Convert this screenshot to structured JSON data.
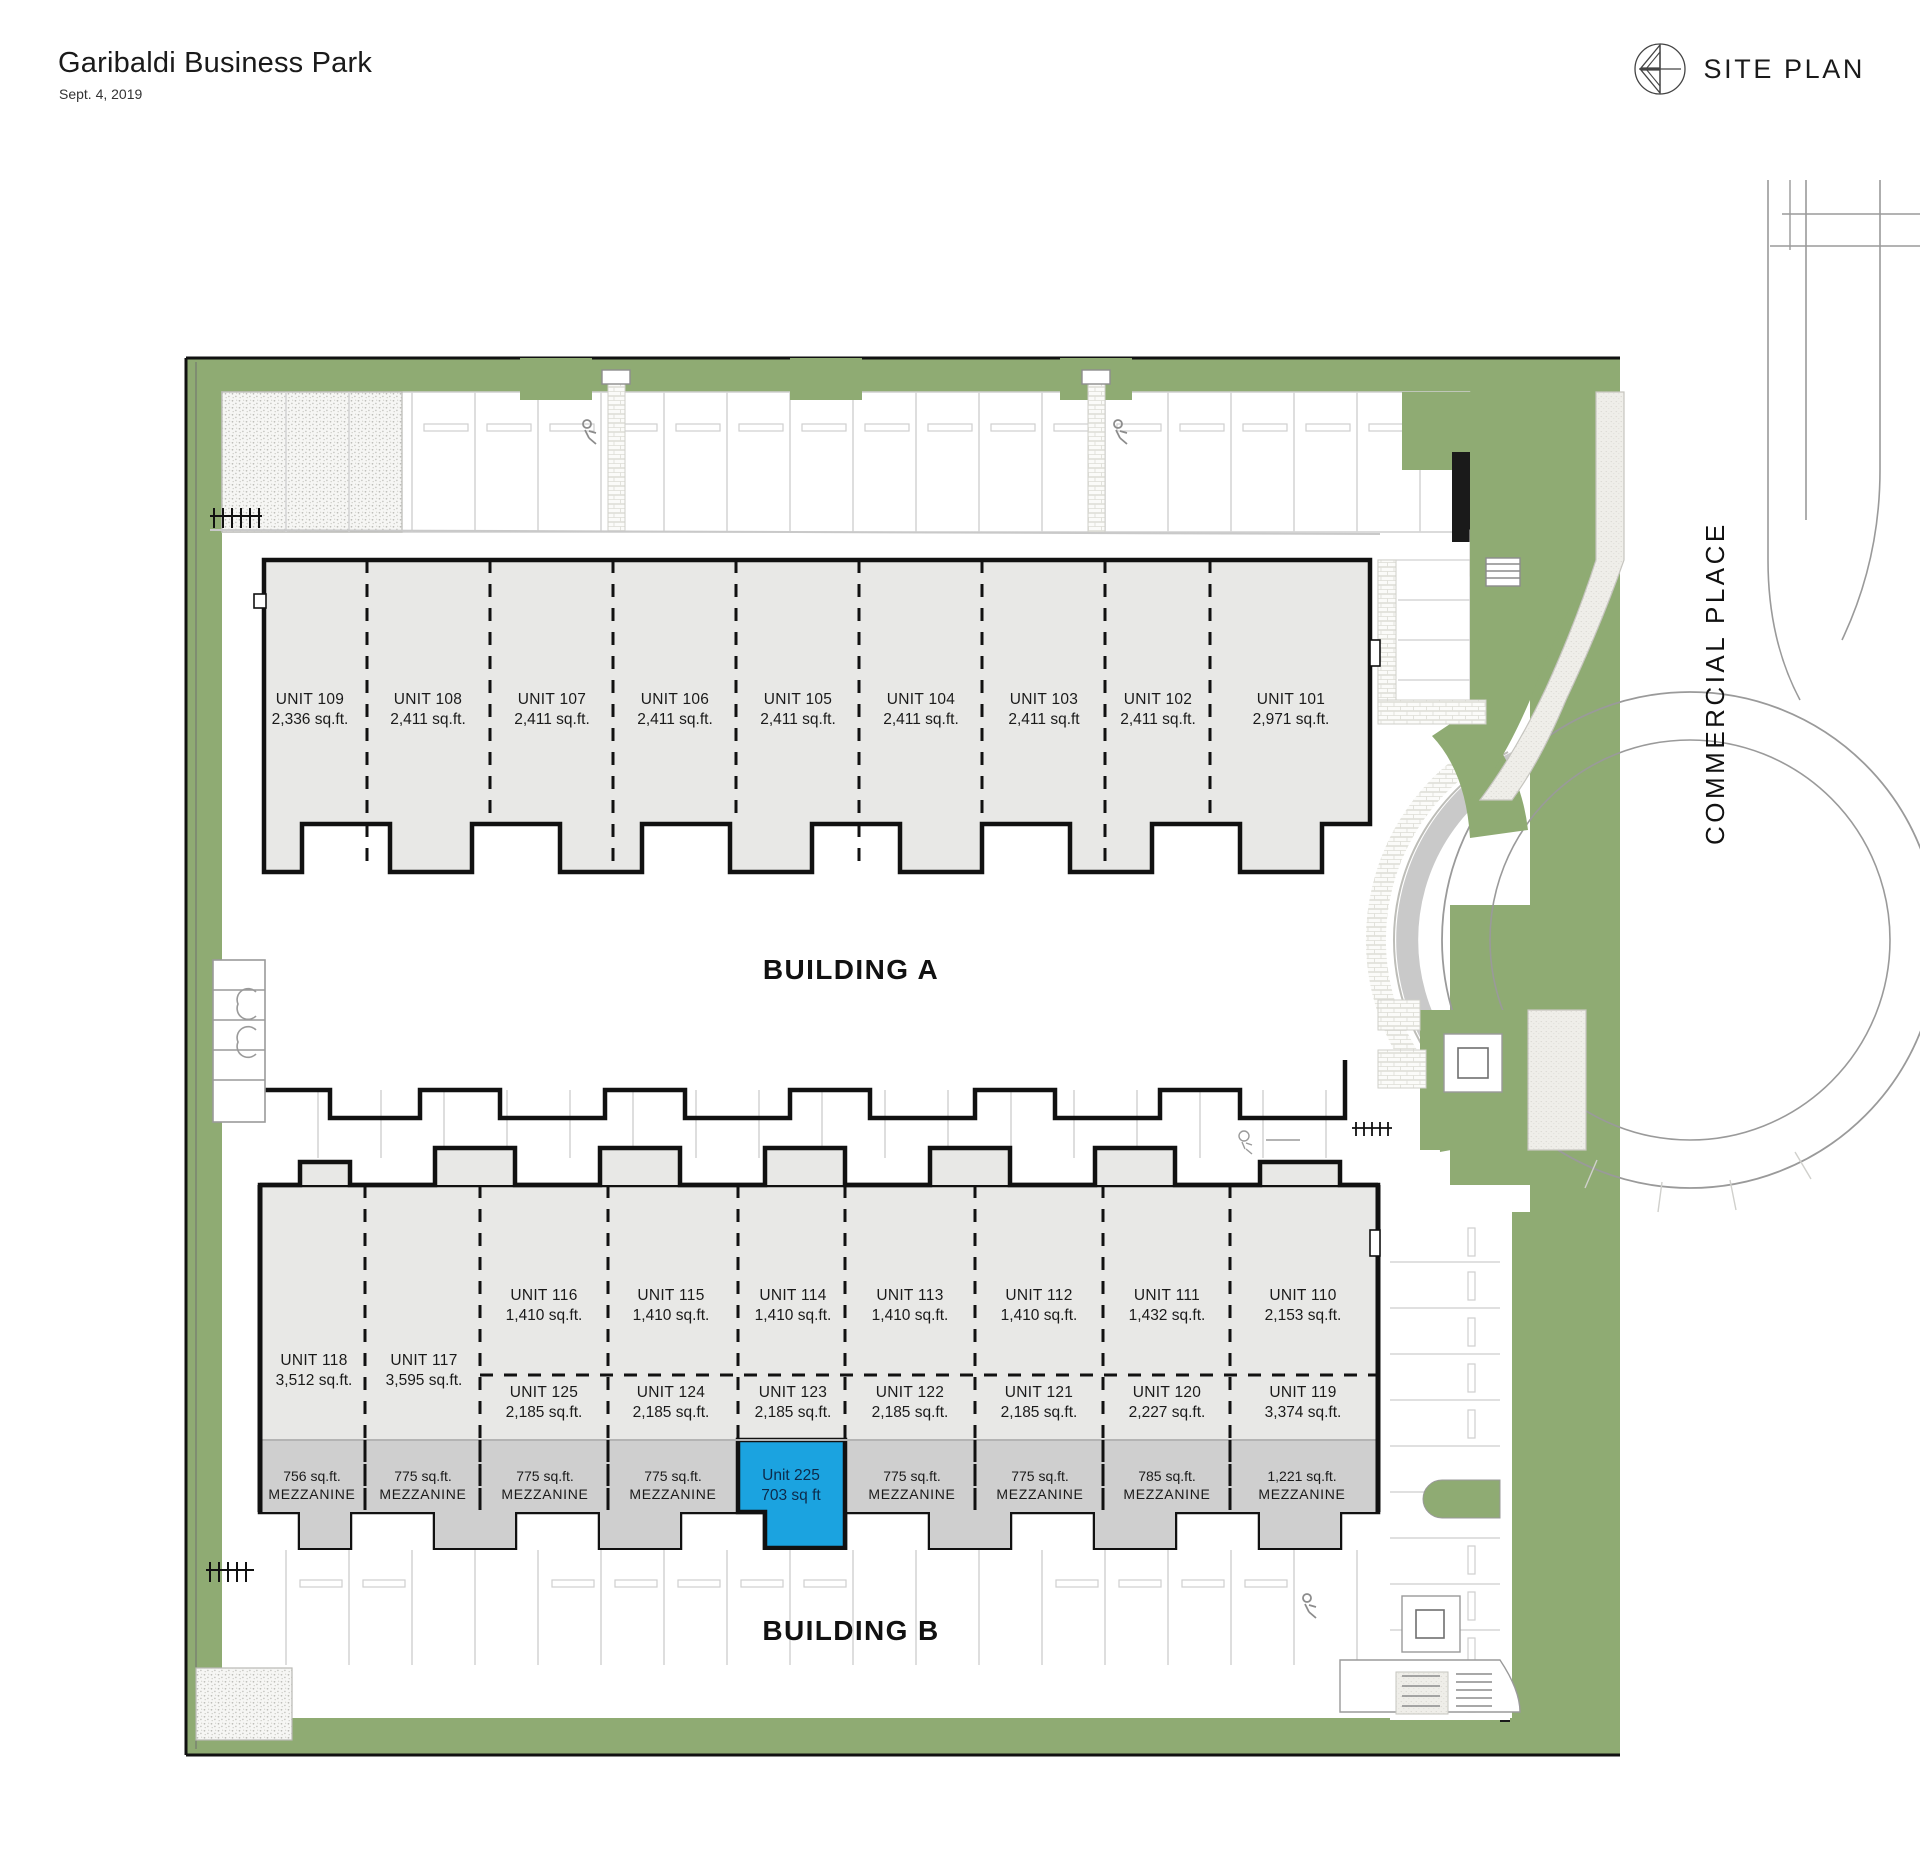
{
  "header": {
    "title": "Garibaldi Business Park",
    "date": "Sept. 4, 2019",
    "logo_label": "SITE PLAN",
    "logo_icon": "circle-chevron-logo-icon"
  },
  "plan": {
    "street_label": "COMMERCIAL PLACE",
    "building_a_label": "BUILDING A",
    "building_b_label": "BUILDING B",
    "colors": {
      "landscape_green": "#8fab73",
      "unit_fill": "#e8e8e6",
      "mezzanine_fill": "#cfcfcf",
      "highlight_blue": "#1ba3e0",
      "highlight_text": "#0d2a4a",
      "outline_black": "#111111",
      "pavement_line": "#d8d8d8",
      "gravel_fill": "#f4f4f2"
    }
  },
  "building_a": {
    "label": "BUILDING A",
    "units": [
      {
        "name": "UNIT 109",
        "area": "2,336 sq.ft."
      },
      {
        "name": "UNIT 108",
        "area": "2,411 sq.ft."
      },
      {
        "name": "UNIT 107",
        "area": "2,411 sq.ft."
      },
      {
        "name": "UNIT 106",
        "area": "2,411 sq.ft."
      },
      {
        "name": "UNIT 105",
        "area": "2,411 sq.ft."
      },
      {
        "name": "UNIT 104",
        "area": "2,411 sq.ft."
      },
      {
        "name": "UNIT 103",
        "area": "2,411 sq.ft"
      },
      {
        "name": "UNIT 102",
        "area": "2,411 sq.ft."
      },
      {
        "name": "UNIT 101",
        "area": "2,971 sq.ft."
      }
    ]
  },
  "building_b": {
    "label": "BUILDING B",
    "tall_units": [
      {
        "name": "UNIT 118",
        "area": "3,512 sq.ft."
      },
      {
        "name": "UNIT 117",
        "area": "3,595 sq.ft."
      }
    ],
    "upper_units": [
      {
        "name": "UNIT 116",
        "area": "1,410 sq.ft."
      },
      {
        "name": "UNIT 115",
        "area": "1,410 sq.ft."
      },
      {
        "name": "UNIT 114",
        "area": "1,410 sq.ft."
      },
      {
        "name": "UNIT 113",
        "area": "1,410 sq.ft."
      },
      {
        "name": "UNIT 112",
        "area": "1,410 sq.ft."
      },
      {
        "name": "UNIT 111",
        "area": "1,432 sq.ft."
      },
      {
        "name": "UNIT 110",
        "area": "2,153 sq.ft."
      }
    ],
    "lower_units": [
      {
        "name": "UNIT 125",
        "area": "2,185 sq.ft."
      },
      {
        "name": "UNIT 124",
        "area": "2,185 sq.ft."
      },
      {
        "name": "UNIT 123",
        "area": "2,185 sq.ft."
      },
      {
        "name": "UNIT 122",
        "area": "2,185 sq.ft."
      },
      {
        "name": "UNIT 121",
        "area": "2,185 sq.ft."
      },
      {
        "name": "UNIT 120",
        "area": "2,227 sq.ft."
      },
      {
        "name": "UNIT 119",
        "area": "3,374 sq.ft."
      }
    ],
    "mezzanines": [
      {
        "area": "756 sq.ft.",
        "label": "MEZZANINE",
        "highlighted": false
      },
      {
        "area": "775 sq.ft.",
        "label": "MEZZANINE",
        "highlighted": false
      },
      {
        "area": "775 sq.ft.",
        "label": "MEZZANINE",
        "highlighted": false
      },
      {
        "area": "775 sq.ft.",
        "label": "MEZZANINE",
        "highlighted": false
      },
      {
        "area": "703 sq ft",
        "label": "Unit 225",
        "highlighted": true
      },
      {
        "area": "775 sq.ft.",
        "label": "MEZZANINE",
        "highlighted": false
      },
      {
        "area": "775 sq.ft.",
        "label": "MEZZANINE",
        "highlighted": false
      },
      {
        "area": "785 sq.ft.",
        "label": "MEZZANINE",
        "highlighted": false
      },
      {
        "area": "1,221 sq.ft.",
        "label": "MEZZANINE",
        "highlighted": false
      }
    ]
  },
  "highlighted_unit": {
    "name": "Unit 225",
    "area": "703 sq ft"
  }
}
